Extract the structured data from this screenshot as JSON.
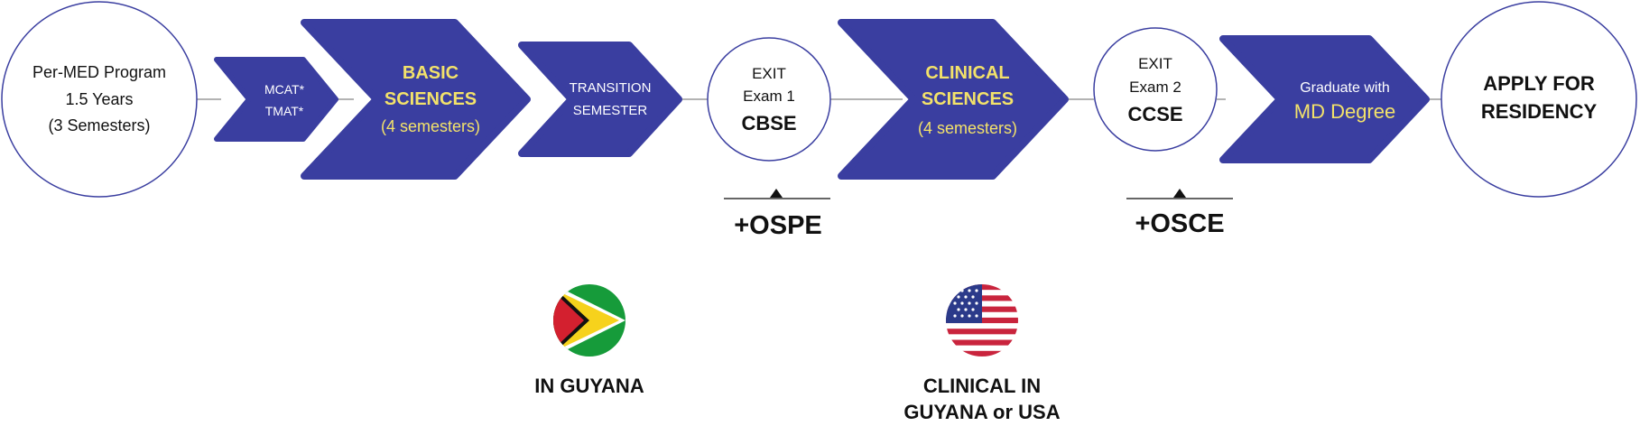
{
  "colors": {
    "primary": "#3a3ea0",
    "accent": "#f3e26a",
    "outline": "#3a3ea0",
    "line": "#9a9a9a",
    "text_dark": "#111111",
    "guyana_green": "#169b3a",
    "guyana_yellow": "#f6d21c",
    "guyana_red": "#d3202f",
    "usa_red": "#c9243d",
    "usa_blue": "#2b3a8a"
  },
  "premed": {
    "line1": "Per-MED Program",
    "line2": "1.5 Years",
    "line3": "(3 Semesters)"
  },
  "mcat": {
    "line1": "MCAT*",
    "line2": "TMAT*"
  },
  "basic_sciences": {
    "line1": "BASIC",
    "line2": "SCIENCES",
    "line3": "(4 semesters)"
  },
  "transition": {
    "line1": "TRANSITION",
    "line2": "SEMESTER"
  },
  "exit1": {
    "line1": "EXIT",
    "line2": "Exam 1",
    "line3": "CBSE"
  },
  "ospe": "+OSPE",
  "clinical_sciences": {
    "line1": "CLINICAL",
    "line2": "SCIENCES",
    "line3": "(4 semesters)"
  },
  "exit2": {
    "line1": "EXIT",
    "line2": "Exam 2",
    "line3": "CCSE"
  },
  "osce": "+OSCE",
  "graduate": {
    "line1": "Graduate with",
    "line2": "MD Degree"
  },
  "residency": {
    "line1": "APPLY FOR",
    "line2": "RESIDENCY"
  },
  "guyana": {
    "icon": "guyana-flag-icon",
    "label": "IN GUYANA"
  },
  "usa": {
    "icon": "usa-flag-icon",
    "label_line1": "CLINICAL IN",
    "label_line2": "GUYANA or USA"
  }
}
